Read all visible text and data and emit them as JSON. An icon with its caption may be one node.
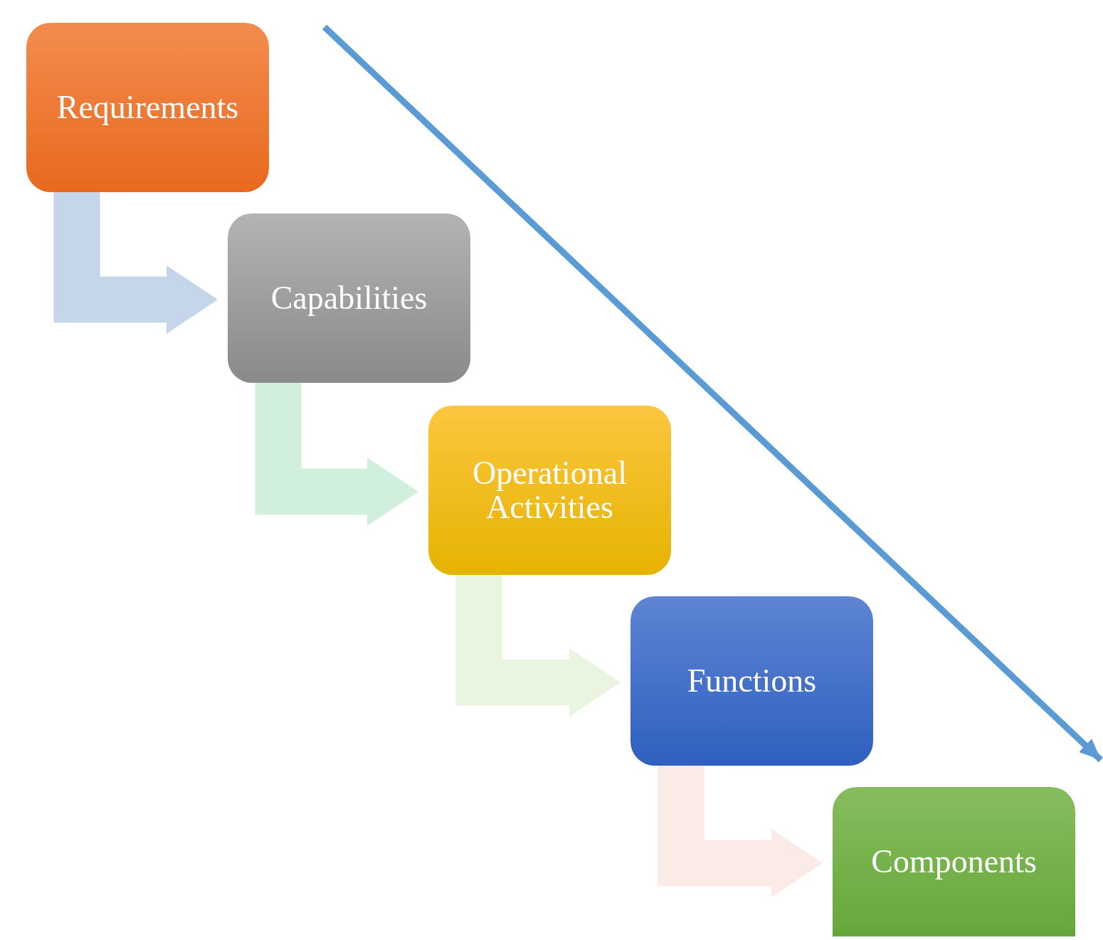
{
  "diagram": {
    "nodes": [
      {
        "text": [
          "Requirements"
        ]
      },
      {
        "text": [
          "Capabilities"
        ]
      },
      {
        "text": [
          "Operational Activities"
        ]
      },
      {
        "text": [
          "Functions"
        ]
      },
      {
        "text": [
          "Components"
        ]
      }
    ],
    "edges": [
      {
        "from": 0,
        "to": 1,
        "arrow": "to",
        "style": "thick",
        "color": "#c5d5ea"
      },
      {
        "from": 1,
        "to": 2,
        "arrow": "to",
        "style": "thick",
        "color": "#d0efdc"
      },
      {
        "from": 2,
        "to": 3,
        "arrow": "to",
        "style": "thick",
        "color": "#eaf5df"
      },
      {
        "from": 3,
        "to": 4,
        "arrow": "to",
        "style": "thick",
        "color": "#fbebe6"
      }
    ]
  }
}
